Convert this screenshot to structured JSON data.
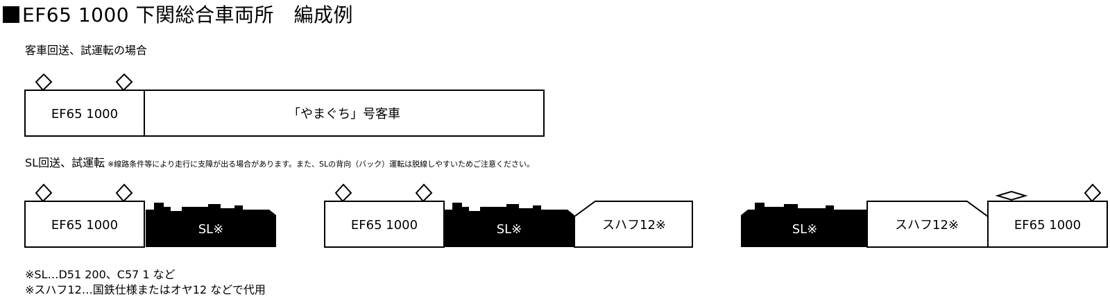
{
  "title": "EF65 1000 下関総合車両所　編成例",
  "section1": {
    "heading": "客車回送、試運転の場合"
  },
  "section2": {
    "heading": "SL回送、試運転",
    "note": "※線路条件等により走行に支障が出る場合があります。また、SLの背向（バック）運転は脱線しやすいためご注意ください。"
  },
  "cars": {
    "ef65": "EF65 1000",
    "coaches": "「やまぐち」号客車",
    "sl": "SL※",
    "suhafu": "スハフ12※"
  },
  "footnotes": [
    "※SL…D51 200、C57 1 など",
    "※スハフ12…国鉄仕様またはオヤ12 などで代用"
  ]
}
